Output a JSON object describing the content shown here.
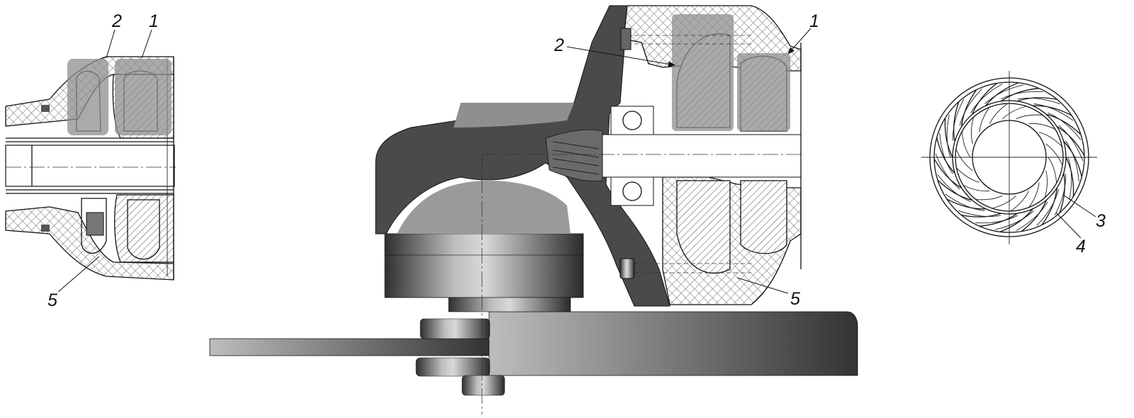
{
  "views": {
    "left_section": {
      "callouts": [
        "2",
        "1",
        "5"
      ]
    },
    "main_assembly": {
      "callouts": [
        "1",
        "2",
        "5"
      ]
    },
    "impeller_end_view": {
      "callouts": [
        "3",
        "4"
      ]
    }
  },
  "colors": {
    "line": "#111111",
    "housing_dark": "#4a4a4a",
    "housing_mid": "#8f8f8f",
    "highlight": "#8e8e8e"
  },
  "icons": {
    "arrowhead": "arrowhead-icon"
  }
}
